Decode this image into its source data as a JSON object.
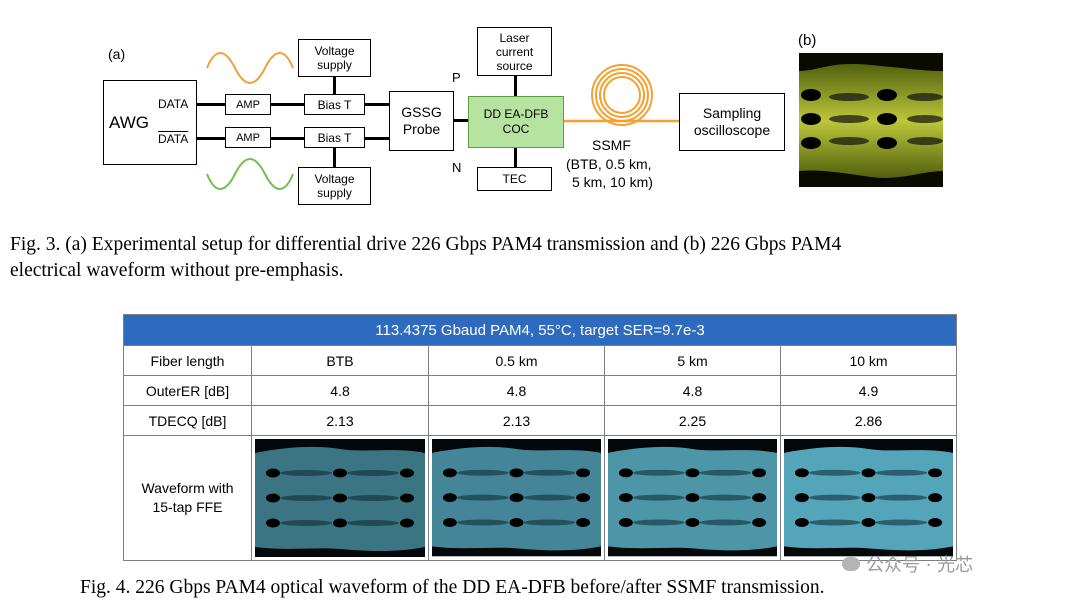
{
  "figure_a": {
    "panel_label": "(a)",
    "awg": "AWG",
    "data_label": "DATA",
    "data_bar_label": "DATA",
    "amp": "AMP",
    "bias_t": "Bias T",
    "voltage_supply": "Voltage supply",
    "gssg_probe": "GSSG Probe",
    "p_label": "P",
    "n_label": "N",
    "laser_current_source": "Laser current source",
    "dut": "DD EA-DFB COC",
    "tec": "TEC",
    "ssmf": "SSMF",
    "ssmf_detail_1": "(BTB, 0.5 km,",
    "ssmf_detail_2": "5 km, 10 km)",
    "sampling_scope": "Sampling oscilloscope",
    "colors": {
      "orange_wave": "#f0a040",
      "green_wave": "#70c050",
      "fiber": "#f5a030",
      "dut_fill": "#b6e3a0"
    }
  },
  "figure_b": {
    "panel_label": "(b)",
    "eye_color": "#c8d840"
  },
  "caption_fig3_line1": "Fig. 3. (a) Experimental setup for differential drive 226 Gbps PAM4 transmission and (b) 226 Gbps PAM4",
  "caption_fig3_line2": "electrical waveform without pre-emphasis.",
  "table": {
    "title": "113.4375 Gbaud PAM4, 55°C, target SER=9.7e-3",
    "rows": [
      {
        "label": "Fiber length",
        "values": [
          "BTB",
          "0.5 km",
          "5 km",
          "10 km"
        ]
      },
      {
        "label": "OuterER [dB]",
        "values": [
          "4.8",
          "4.8",
          "4.8",
          "4.9"
        ]
      },
      {
        "label": "TDECQ [dB]",
        "values": [
          "2.13",
          "2.13",
          "2.25",
          "2.86"
        ]
      }
    ],
    "waveform_label_line1": "Waveform with",
    "waveform_label_line2": "15-tap FFE",
    "eye_color": "#6ad0ea"
  },
  "caption_fig4": "Fig. 4. 226 Gbps PAM4 optical waveform of the DD EA-DFB before/after SSMF transmission.",
  "watermark": "公众号 · 光芯"
}
